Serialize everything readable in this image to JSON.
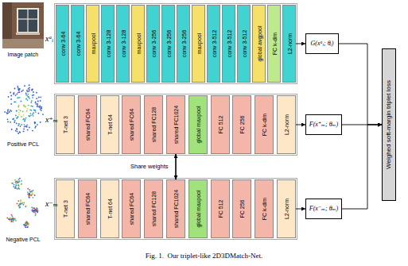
{
  "diagram": {
    "caption": "Fig. 1.  Our triplet-like 2D3DMatch-Net.",
    "nodes": [
      {
        "text": [
          "conv 3-64"
        ]
      },
      {
        "text": [
          "conv 3-64"
        ]
      },
      {
        "text": [
          "maxpool"
        ]
      },
      {
        "text": [
          "conv 3-128"
        ]
      },
      {
        "text": [
          "conv 3-128"
        ]
      },
      {
        "text": [
          "maxpool"
        ]
      },
      {
        "text": [
          "conv 3-256"
        ]
      },
      {
        "text": [
          "conv 3-256"
        ]
      },
      {
        "text": [
          "conv 3-256"
        ]
      },
      {
        "text": [
          "maxpool"
        ]
      },
      {
        "text": [
          "conv 3-512"
        ]
      },
      {
        "text": [
          "conv 3-512"
        ]
      },
      {
        "text": [
          "conv 3-512"
        ]
      },
      {
        "text": [
          "global avgpool"
        ]
      },
      {
        "text": [
          "FC k-dim"
        ]
      },
      {
        "text": [
          "L2-norm"
        ]
      },
      {
        "text": [
          "G(xᵃᵢ; θᵢ)"
        ]
      },
      {
        "text": [
          "T-net 3"
        ]
      },
      {
        "text": [
          "shared FC64"
        ]
      },
      {
        "text": [
          "T-net 64"
        ]
      },
      {
        "text": [
          "shared FC64"
        ]
      },
      {
        "text": [
          "shared FC128"
        ]
      },
      {
        "text": [
          "shared FC1024"
        ]
      },
      {
        "text": [
          "global maxpool"
        ]
      },
      {
        "text": [
          "FC 512"
        ]
      },
      {
        "text": [
          "FC 256"
        ]
      },
      {
        "text": [
          "FC k-dim"
        ]
      },
      {
        "text": [
          "L2-norm"
        ]
      },
      {
        "text": [
          "F(x⁺ₘ; θₘ)"
        ]
      },
      {
        "text": [
          "T-net 3"
        ]
      },
      {
        "text": [
          "shared FC64"
        ]
      },
      {
        "text": [
          "T-net 64"
        ]
      },
      {
        "text": [
          "shared FC64"
        ]
      },
      {
        "text": [
          "shared FC128"
        ]
      },
      {
        "text": [
          "shared FC1024"
        ]
      },
      {
        "text": [
          "global maxpool"
        ]
      },
      {
        "text": [
          "FC 512"
        ]
      },
      {
        "text": [
          "FC 256"
        ]
      },
      {
        "text": [
          "FC k-dim"
        ]
      },
      {
        "text": [
          "L2-norm"
        ]
      },
      {
        "text": [
          "F(x⁻ₘ; θₘ)"
        ]
      },
      {
        "text": [
          "Weighed soft-margin triplet loss"
        ]
      }
    ],
    "edges": [
      {
        "from": 15,
        "to": 16,
        "arrow": "to"
      },
      {
        "from": 27,
        "to": 28,
        "arrow": "to"
      },
      {
        "from": 39,
        "to": 40,
        "arrow": "to"
      },
      {
        "from": 16,
        "to": 41,
        "arrow": "to"
      },
      {
        "from": 28,
        "to": 41,
        "arrow": "to"
      },
      {
        "from": 40,
        "to": 41,
        "arrow": "to"
      },
      {
        "from": 22,
        "to": 34,
        "label": "Share weights",
        "arrow": "both"
      }
    ],
    "labels": [
      "Image patch",
      "Positive PCL",
      "Negative PCL",
      "xᵃᵢ",
      "x⁺ₘ",
      "x⁻ₘ"
    ]
  }
}
